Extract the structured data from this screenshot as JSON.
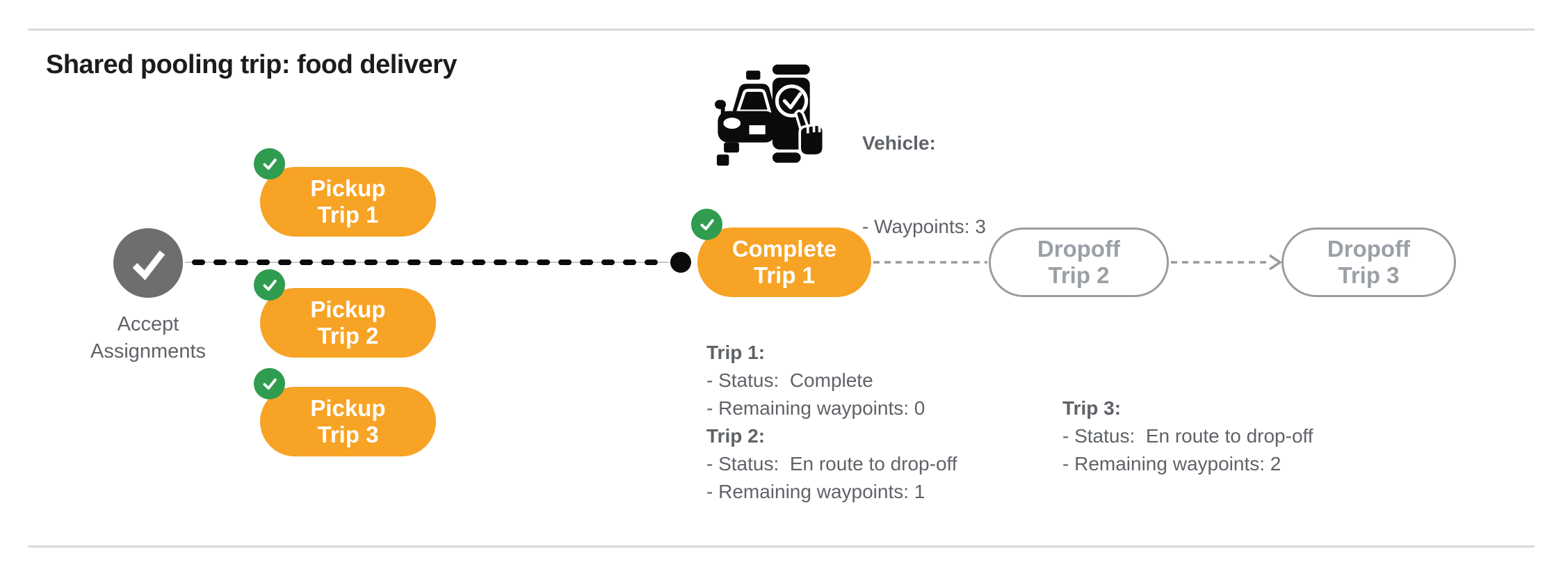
{
  "title": "Shared pooling trip: food delivery",
  "colors": {
    "orange": "#F7A325",
    "green": "#2F9C4F",
    "node-gray": "#6E6E6E",
    "text-gray": "#5F6368",
    "muted-gray": "#9AA0A6",
    "outline-gray": "#9C9C9C",
    "rule-gray": "#DADADA",
    "connector-black": "#0B0B0B",
    "connector-gray": "#9A9A9A",
    "title-black": "#1C1C1C"
  },
  "vehicle": {
    "icon": "car-phone-check-icon",
    "heading": "Vehicle:",
    "waypoints": "- Waypoints: 3"
  },
  "flow": {
    "accept": {
      "icon": "checkmark-icon",
      "line1": "Accept",
      "line2": "Assignments"
    },
    "pickups": [
      {
        "line1": "Pickup",
        "line2": "Trip 1"
      },
      {
        "line1": "Pickup",
        "line2": "Trip 2"
      },
      {
        "line1": "Pickup",
        "line2": "Trip 3"
      }
    ],
    "complete": {
      "line1": "Complete",
      "line2": "Trip 1"
    },
    "dropoffs": [
      {
        "line1": "Dropoff",
        "line2": "Trip 2"
      },
      {
        "line1": "Dropoff",
        "line2": "Trip 3"
      }
    ]
  },
  "status": {
    "trip1": {
      "heading": "Trip 1:",
      "status": "- Status:  Complete",
      "remaining": "- Remaining waypoints: 0"
    },
    "trip2": {
      "heading": "Trip 2:",
      "status": "- Status:  En route to drop-off",
      "remaining": "- Remaining waypoints: 1"
    },
    "trip3": {
      "heading": "Trip 3:",
      "status": "- Status:  En route to drop-off",
      "remaining": "- Remaining waypoints: 2"
    }
  }
}
